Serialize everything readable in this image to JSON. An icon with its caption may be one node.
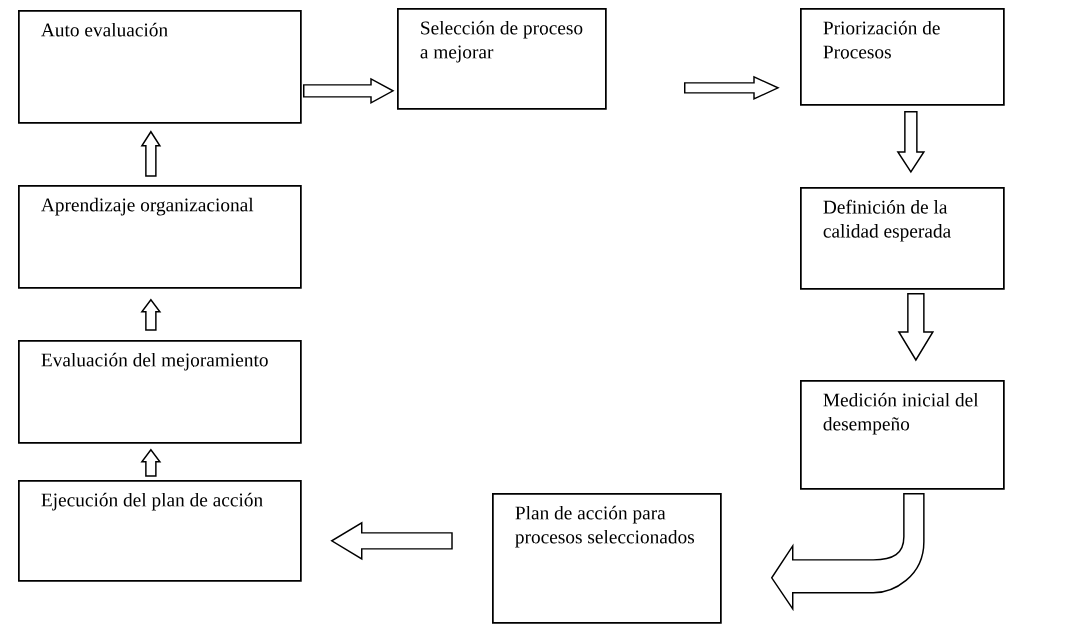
{
  "diagram": {
    "nodes": [
      {
        "text": [
          "Auto evaluación"
        ]
      },
      {
        "text": [
          "Selección de proceso a mejorar"
        ]
      },
      {
        "text": [
          "Priorización de Procesos"
        ]
      },
      {
        "text": [
          "Definición de la calidad esperada"
        ]
      },
      {
        "text": [
          "Medición inicial del desempeño"
        ]
      },
      {
        "text": [
          "Plan de acción para procesos seleccionados"
        ]
      },
      {
        "text": [
          "Ejecución del plan de acción"
        ]
      },
      {
        "text": [
          "Evaluación del mejoramiento"
        ]
      },
      {
        "text": [
          "Aprendizaje organizacional"
        ]
      }
    ],
    "edges": [
      {
        "from": 0,
        "to": 1,
        "arrow": "to"
      },
      {
        "from": 1,
        "to": 2,
        "arrow": "to"
      },
      {
        "from": 2,
        "to": 3,
        "arrow": "to"
      },
      {
        "from": 3,
        "to": 4,
        "arrow": "to"
      },
      {
        "from": 4,
        "to": 5,
        "arrow": "to"
      },
      {
        "from": 5,
        "to": 6,
        "arrow": "to"
      },
      {
        "from": 6,
        "to": 7,
        "arrow": "to"
      },
      {
        "from": 7,
        "to": 8,
        "arrow": "to"
      },
      {
        "from": 8,
        "to": 0,
        "arrow": "to"
      }
    ]
  }
}
